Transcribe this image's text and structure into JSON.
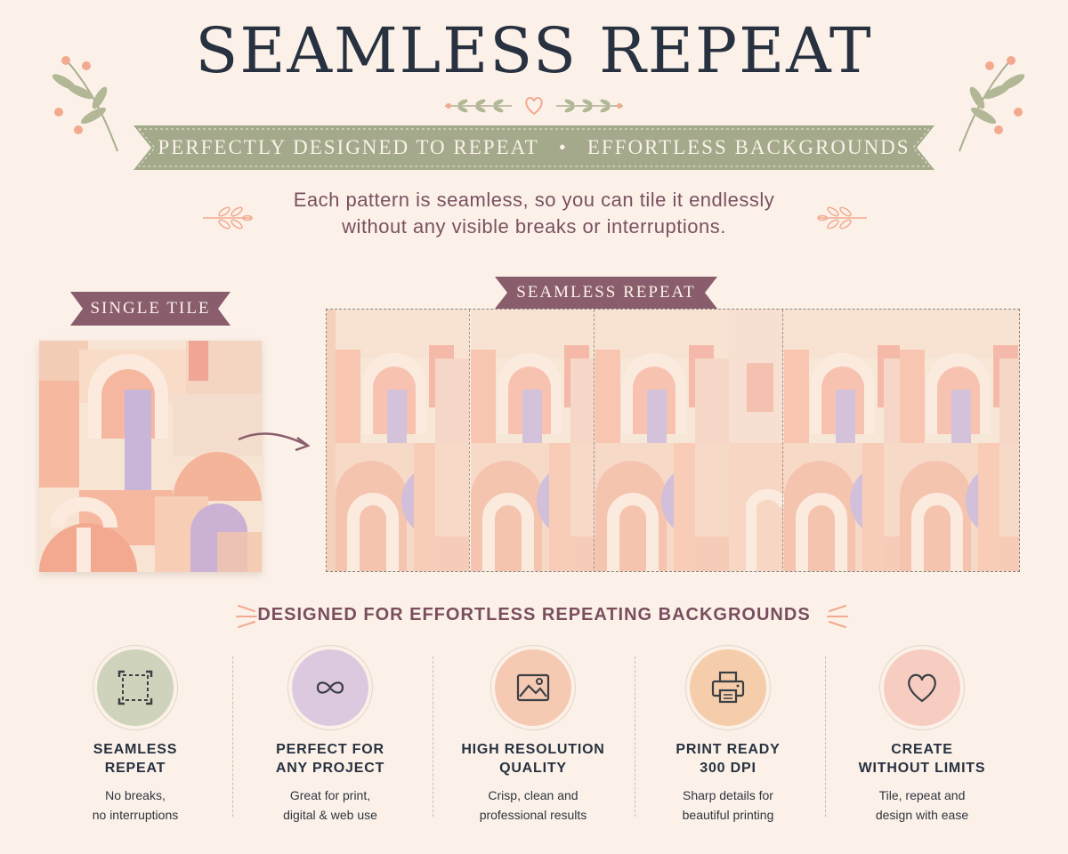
{
  "title": "SEAMLESS REPEAT",
  "banner": {
    "left": "PERFECTLY DESIGNED TO REPEAT",
    "bullet": "•",
    "right": "EFFORTLESS BACKGROUNDS"
  },
  "subtitle": {
    "line1": "Each pattern is seamless, so you can tile it endlessly",
    "line2": "without any visible breaks or interruptions."
  },
  "single_tile_label": "SINGLE TILE",
  "seamless_repeat_label": "SEAMLESS REPEAT",
  "section_heading": "DESIGNED FOR EFFORTLESS REPEATING BACKGROUNDS",
  "features": [
    {
      "icon": "dashed-square-icon",
      "title1": "SEAMLESS",
      "title2": "REPEAT",
      "desc1": "No breaks,",
      "desc2": "no interruptions"
    },
    {
      "icon": "infinity-icon",
      "title1": "PERFECT FOR",
      "title2": "ANY PROJECT",
      "desc1": "Great for print,",
      "desc2": "digital & web use"
    },
    {
      "icon": "image-icon",
      "title1": "HIGH RESOLUTION",
      "title2": "QUALITY",
      "desc1": "Crisp, clean and",
      "desc2": "professional results"
    },
    {
      "icon": "printer-icon",
      "title1": "PRINT READY",
      "title2": "300 DPI",
      "desc1": "Sharp details for",
      "desc2": "beautiful printing"
    },
    {
      "icon": "heart-icon",
      "title1": "CREATE",
      "title2": "WITHOUT LIMITS",
      "desc1": "Tile, repeat and",
      "desc2": "design with ease"
    }
  ],
  "colors": {
    "background": "#fbf1e8",
    "title": "#283140",
    "sage_ribbon": "#a3a98a",
    "mauve_ribbon": "#8a5d6c",
    "accent_text": "#7a4e5e",
    "peach": "#f4b39b",
    "lavender": "#c9b3d6"
  }
}
